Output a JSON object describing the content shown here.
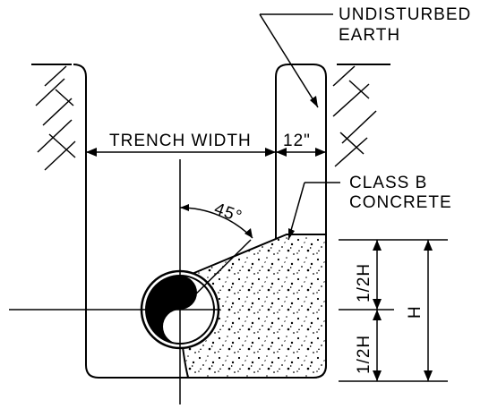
{
  "labels": {
    "undisturbed_1": "UNDISTURBED",
    "undisturbed_2": "EARTH",
    "trench_width": "TRENCH  WIDTH",
    "clearance": "12\"",
    "concrete_1": "CLASS  B",
    "concrete_2": "CONCRETE",
    "angle": "45°",
    "half_h_upper": "1/2H",
    "half_h_lower": "1/2H",
    "height": "H"
  },
  "colors": {
    "ink": "#000000",
    "paper": "#ffffff"
  }
}
